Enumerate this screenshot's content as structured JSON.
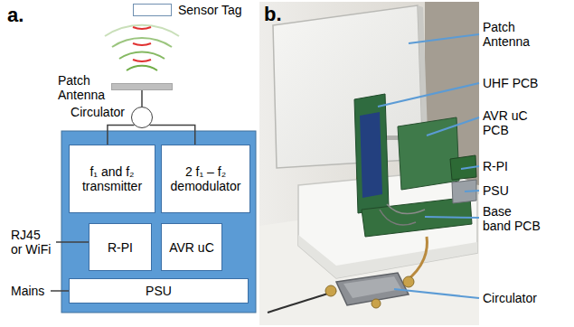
{
  "diagram": {
    "nodes": [
      {
        "text": [
          "Sensor Tag"
        ]
      },
      {
        "text": [
          "Patch Antenna"
        ]
      },
      {
        "text": [
          "Circulator"
        ]
      },
      {
        "text": [
          "f₁ and f₂ transmitter"
        ]
      },
      {
        "text": [
          "2 f₁ – f₂ demodulator"
        ]
      },
      {
        "text": [
          "R-PI"
        ]
      },
      {
        "text": [
          "AVR uC"
        ]
      },
      {
        "text": [
          "PSU"
        ]
      }
    ],
    "edges": [
      {
        "from": 1,
        "to": 2,
        "arrow": "none"
      },
      {
        "from": 2,
        "to": 3,
        "arrow": "none"
      },
      {
        "from": 2,
        "to": 4,
        "arrow": "none"
      }
    ],
    "labels": [
      "a.",
      "b.",
      "RJ45 or WiFi",
      "Mains",
      "Patch Antenna",
      "UHF PCB",
      "AVR uC PCB",
      "R-PI",
      "PSU",
      "Base band PCB",
      "Circulator"
    ]
  }
}
